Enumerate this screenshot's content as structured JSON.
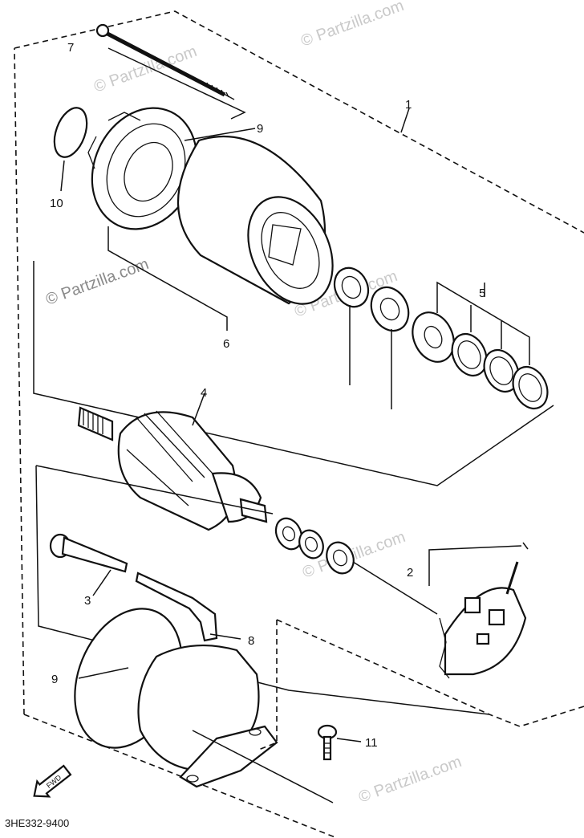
{
  "watermarks": [
    "© Partzilla.com",
    "© Partzilla.com",
    "© Partzilla.com",
    "© Partzilla.com",
    "© Partzilla.com",
    "© Partzilla.com"
  ],
  "callouts": {
    "c1": "1",
    "c2": "2",
    "c3": "3",
    "c4": "4",
    "c5": "5",
    "c6": "6",
    "c7": "7",
    "c8": "8",
    "c9a": "9",
    "c9b": "9",
    "c10": "10",
    "c11": "11"
  },
  "fwd_label": "FWD",
  "diagram_code": "3HE332-9400"
}
